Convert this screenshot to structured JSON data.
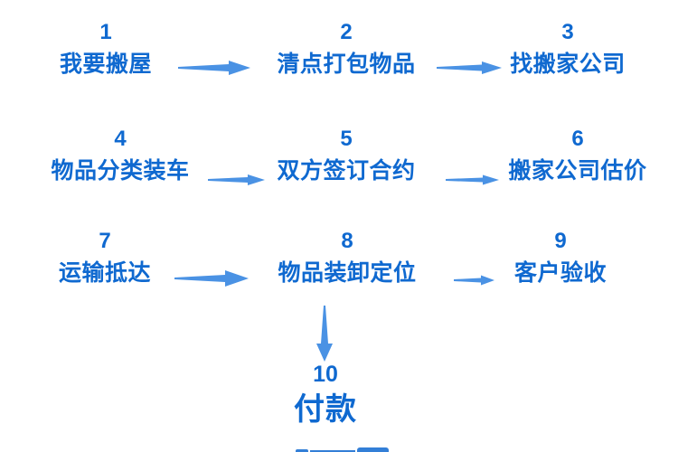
{
  "colors": {
    "step_text": "#0f69d0",
    "arrow": "#4a92e4"
  },
  "flow": {
    "steps": [
      {
        "num": "1",
        "label": "我要搬屋"
      },
      {
        "num": "2",
        "label": "清点打包物品"
      },
      {
        "num": "3",
        "label": "找搬家公司"
      },
      {
        "num": "4",
        "label": "物品分类装车"
      },
      {
        "num": "5",
        "label": "双方签订合约"
      },
      {
        "num": "6",
        "label": "搬家公司估价"
      },
      {
        "num": "7",
        "label": "运输抵达"
      },
      {
        "num": "8",
        "label": "物品装卸定位"
      },
      {
        "num": "9",
        "label": "客户验收"
      },
      {
        "num": "10",
        "label": "付款"
      }
    ],
    "connections": [
      {
        "from": "1",
        "to": "2",
        "direction": "right"
      },
      {
        "from": "2",
        "to": "3",
        "direction": "right"
      },
      {
        "from": "4",
        "to": "5",
        "direction": "right"
      },
      {
        "from": "5",
        "to": "6",
        "direction": "right"
      },
      {
        "from": "7",
        "to": "8",
        "direction": "right"
      },
      {
        "from": "8",
        "to": "9",
        "direction": "right"
      },
      {
        "from": "8",
        "to": "10",
        "direction": "down"
      }
    ]
  }
}
